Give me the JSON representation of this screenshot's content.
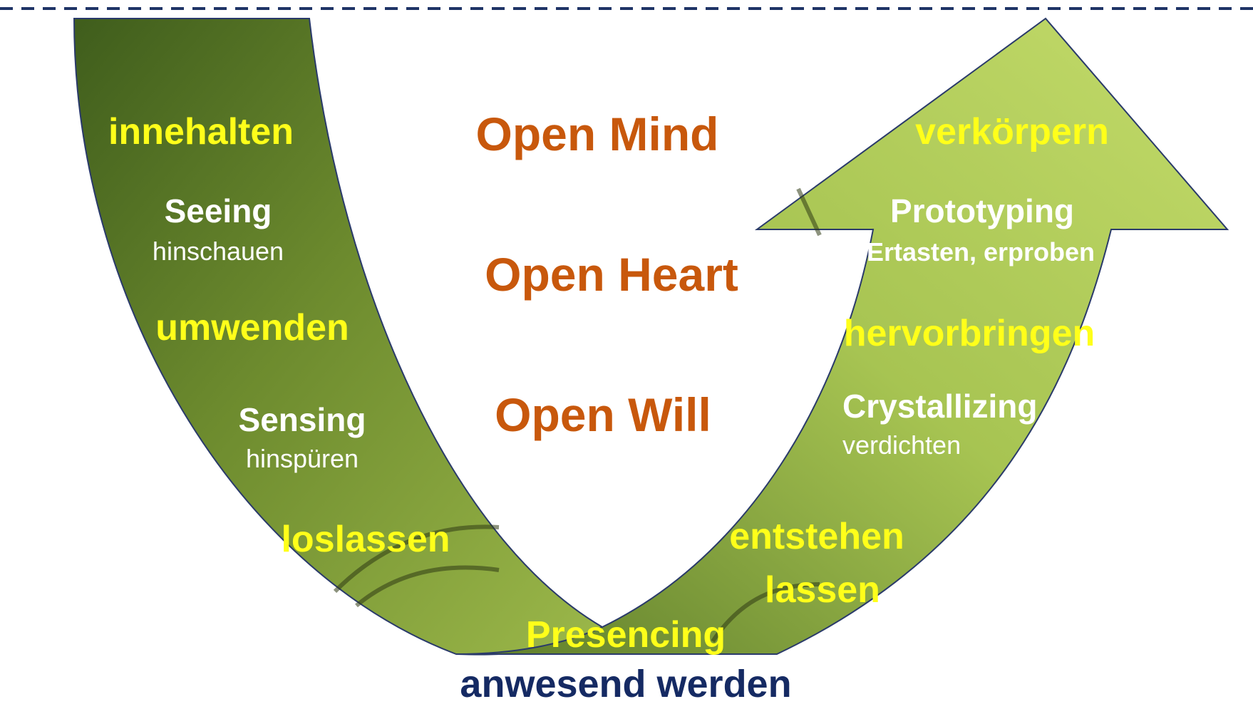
{
  "colors": {
    "yellow_label": "#ffff1a",
    "white_label": "#ffffff",
    "open_label": "#c8580c",
    "bottom_label": "#152a63",
    "dashed_line": "#1f3466",
    "shape_outline": "#2a3a6a",
    "green_dark": "#4c6a22",
    "green_light": "#b9d35a"
  },
  "left_arm": {
    "step1": {
      "action": "innehalten",
      "term": "Seeing",
      "sub": "hinschauen"
    },
    "step2": {
      "action": "umwenden",
      "term": "Sensing",
      "sub": "hinspüren"
    },
    "step3": {
      "action": "loslassen"
    }
  },
  "center": {
    "open_mind": "Open Mind",
    "open_heart": "Open Heart",
    "open_will": "Open Will"
  },
  "bottom": {
    "presencing": "Presencing",
    "caption": "anwesend werden"
  },
  "right_arm": {
    "step1": {
      "action": "verkörpern",
      "term": "Prototyping",
      "sub": "Ertasten, erproben"
    },
    "step2": {
      "action": "hervorbringen",
      "term": "Crystallizing",
      "sub": "verdichten"
    },
    "step3": {
      "action_line1": "entstehen",
      "action_line2": "lassen"
    }
  }
}
